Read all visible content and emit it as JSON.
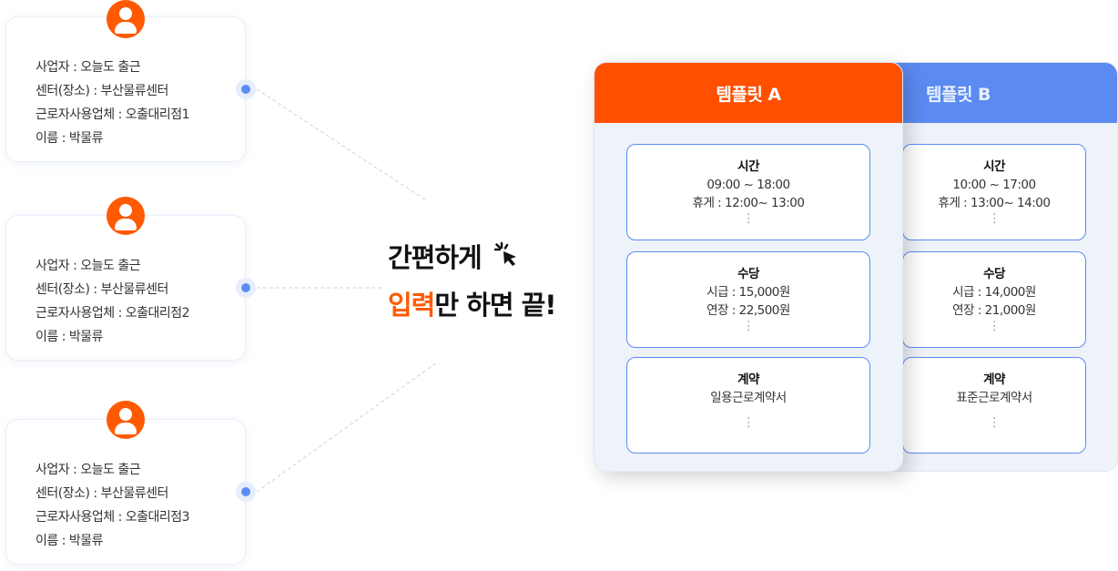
{
  "workers": [
    {
      "lines": [
        "사업자 : 오늘도 출근",
        "센터(장소) : 부산물류센터",
        "근로자사용업체 : 오출대리점1",
        "이름 : 박물류"
      ]
    },
    {
      "lines": [
        "사업자 : 오늘도 출근",
        "센터(장소) : 부산물류센터",
        "근로자사용업체 : 오출대리점2",
        "이름 : 박물류"
      ]
    },
    {
      "lines": [
        "사업자 : 오늘도 출근",
        "센터(장소) : 부산물류센터",
        "근로자사용업체 : 오출대리점3",
        "이름 : 박물류"
      ]
    }
  ],
  "headline": {
    "line1": "간편하게",
    "line2_highlight": "입력",
    "line2_rest": "만 하면 끝!"
  },
  "templates": {
    "a": {
      "title": "템플릿 A",
      "time": {
        "title": "시간",
        "l1": "09:00 ~ 18:00",
        "l2": "휴게 : 12:00~ 13:00"
      },
      "pay": {
        "title": "수당",
        "l1": "시급 : 15,000원",
        "l2": "연장 : 22,500원"
      },
      "contract": {
        "title": "계약",
        "l1": "일용근로계약서"
      },
      "more": "⋮"
    },
    "b": {
      "title": "템플릿 B",
      "time": {
        "title": "시간",
        "l1": "10:00 ~ 17:00",
        "l2": "휴게 : 13:00~ 14:00"
      },
      "pay": {
        "title": "수당",
        "l1": "시급 : 14,000원",
        "l2": "연장 : 21,000원"
      },
      "contract": {
        "title": "계약",
        "l1": "표준근로계약서"
      },
      "more": "⋮"
    }
  },
  "icons": {
    "avatar": "user-avatar-icon",
    "cursor": "click-cursor-icon"
  },
  "colors": {
    "accent": "#ff5000",
    "blue": "#5b8af0"
  }
}
